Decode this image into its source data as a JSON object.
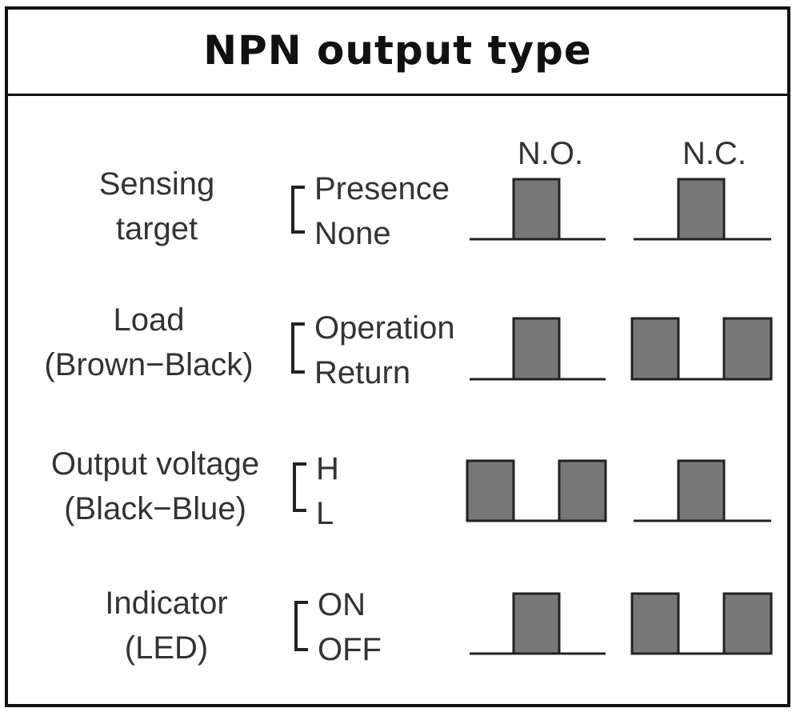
{
  "title": "NPN output type",
  "columns": {
    "no": "N.O.",
    "nc": "N.C."
  },
  "rows": [
    {
      "label1": "Sensing",
      "label2": "target",
      "state_high": "Presence",
      "state_low": "None",
      "no_wave": "single-high",
      "nc_wave": "single-high"
    },
    {
      "label1": "Load",
      "label2": "(Brown−Black)",
      "state_high": "Operation",
      "state_low": "Return",
      "no_wave": "single-high",
      "nc_wave": "high-low-high"
    },
    {
      "label1": "Output voltage",
      "label2": "(Black−Blue)",
      "state_high": "H",
      "state_low": "L",
      "no_wave": "high-low-high",
      "nc_wave": "single-high"
    },
    {
      "label1": "Indicator",
      "label2": "(LED)",
      "state_high": "ON",
      "state_low": "OFF",
      "no_wave": "single-high",
      "nc_wave": "high-low-high"
    }
  ],
  "colors": {
    "pulse_fill": "#777777",
    "line": "#222222",
    "text": "#333333"
  }
}
